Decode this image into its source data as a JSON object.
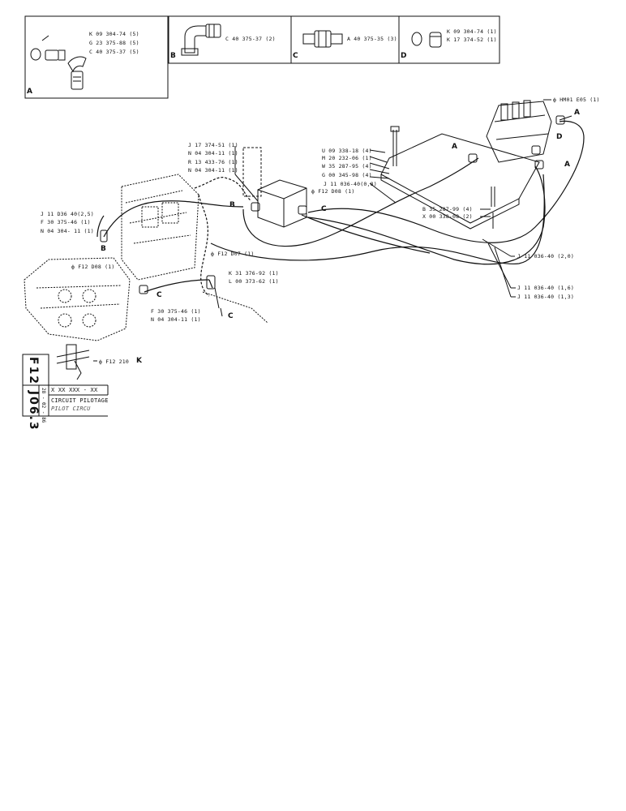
{
  "inset_boxes": {
    "A": {
      "letter": "A",
      "refs": [
        "K 09 304-74 (5)",
        "G 23 375-88 (5)",
        "C 40 375-37 (5)"
      ]
    },
    "B": {
      "letter": "B",
      "refs": [
        "C 40 375-37 (2)"
      ]
    },
    "C": {
      "letter": "C",
      "refs": [
        "A 40 375-35 (3)"
      ]
    },
    "D": {
      "letter": "D",
      "refs": [
        "K 09 304-74 (1)",
        "K 17 374-52 (1)"
      ]
    }
  },
  "labels": {
    "hm01": "ф HM01  E05 (1)",
    "mid_group": [
      "J  17  374-51 (1)",
      "N 04 304-11 (1)",
      "R 13 433-76 (1)",
      "N 04 304-11 (1)"
    ],
    "plate_group": [
      "U 09 338-18 (4)",
      "M 20 232-06 (1)",
      "W 35 287-95 (4)",
      "G 00 345-98 (4)",
      "J  11  036-40(0,8)"
    ],
    "f12_d08_mid": "ф F12   D08 (1)",
    "left_group": [
      "J  11  D36  40(2,5)",
      "F 30 375-46 (1)",
      "N 04 304- 11 (1)"
    ],
    "f12_d07": "ф F12  D07 (1)",
    "f12_d08_left": "ф F12  D08 (1)",
    "k31_group": [
      "K 31 376-92 (1)",
      "L 00 373-62 (1)"
    ],
    "f30_group": [
      "F 30 375-46 (1)",
      "N 04 304-11 (1)"
    ],
    "b35_group": [
      "B 35 287-99 (4)",
      "X 00 338-08 (2)"
    ],
    "hose_group": [
      "J  11  036-40 (2,0)",
      "J  11  036-40 (1,6)",
      "J  11  036-40 (1,3)"
    ],
    "f12_210k": "ф F12   210",
    "f12_210k_suffix": "K"
  },
  "callouts": {
    "B_left": "B",
    "B_mid": "B",
    "C_mid": "C",
    "C_left": "C",
    "C_low": "C",
    "A_top": "A",
    "A_plate": "A",
    "A_right": "A",
    "D_right": "D"
  },
  "title_block": {
    "ref_code": "F12  J06.3",
    "number_placeholder": "X XX  XXX - XX",
    "date": "28 - 02 - 86",
    "title_fr": "CIRCUIT PILOTAGE",
    "title_en": "PILOT CIRCU"
  }
}
